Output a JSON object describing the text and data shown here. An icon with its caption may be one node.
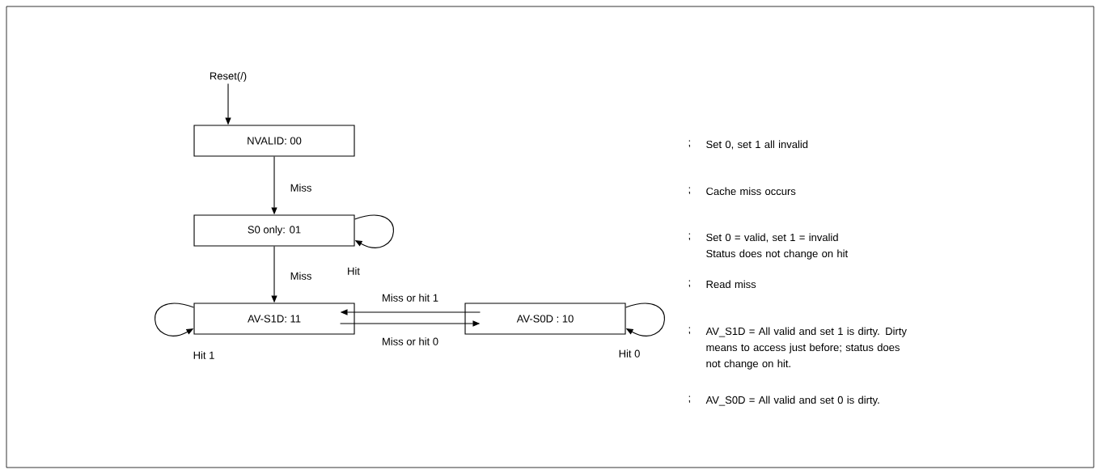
{
  "diagram": {
    "nodes": [
      {
        "text": [
          "Reset(/)"
        ]
      },
      {
        "text": [
          "NVALID: 00"
        ]
      },
      {
        "text": [
          "S0 only: 01"
        ]
      },
      {
        "text": [
          "AV-S1D: 11"
        ]
      },
      {
        "text": [
          "AV-S0D : 10"
        ]
      }
    ],
    "edges": [
      {
        "from": 0,
        "to": 1,
        "arrow": "to"
      },
      {
        "from": 1,
        "to": 2,
        "arrow": "to",
        "label": "Miss"
      },
      {
        "from": 2,
        "to": 2,
        "arrow": "to",
        "label": "Hit"
      },
      {
        "from": 2,
        "to": 3,
        "arrow": "to",
        "label": "Miss"
      },
      {
        "from": 4,
        "to": 3,
        "arrow": "to",
        "label": "Miss or hit 1"
      },
      {
        "from": 3,
        "to": 4,
        "arrow": "to",
        "label": "Miss or hit 0"
      },
      {
        "from": 3,
        "to": 3,
        "arrow": "to",
        "label": "Hit 1"
      },
      {
        "from": 4,
        "to": 4,
        "arrow": "to",
        "label": "Hit 0"
      }
    ],
    "labels": [
      ";",
      "Set 0, set 1 all invalid",
      ";",
      "Cache miss occurs",
      ";",
      "Set 0 = valid, set 1 = invalid Status does not change on hit",
      ";",
      "Read miss",
      ";",
      "AV_S1D = All valid and set 1 is dirty. Dirty means to access just before; status does not change on hit.",
      ";",
      "AV_S0D = All valid and set 0 is dirty."
    ]
  }
}
